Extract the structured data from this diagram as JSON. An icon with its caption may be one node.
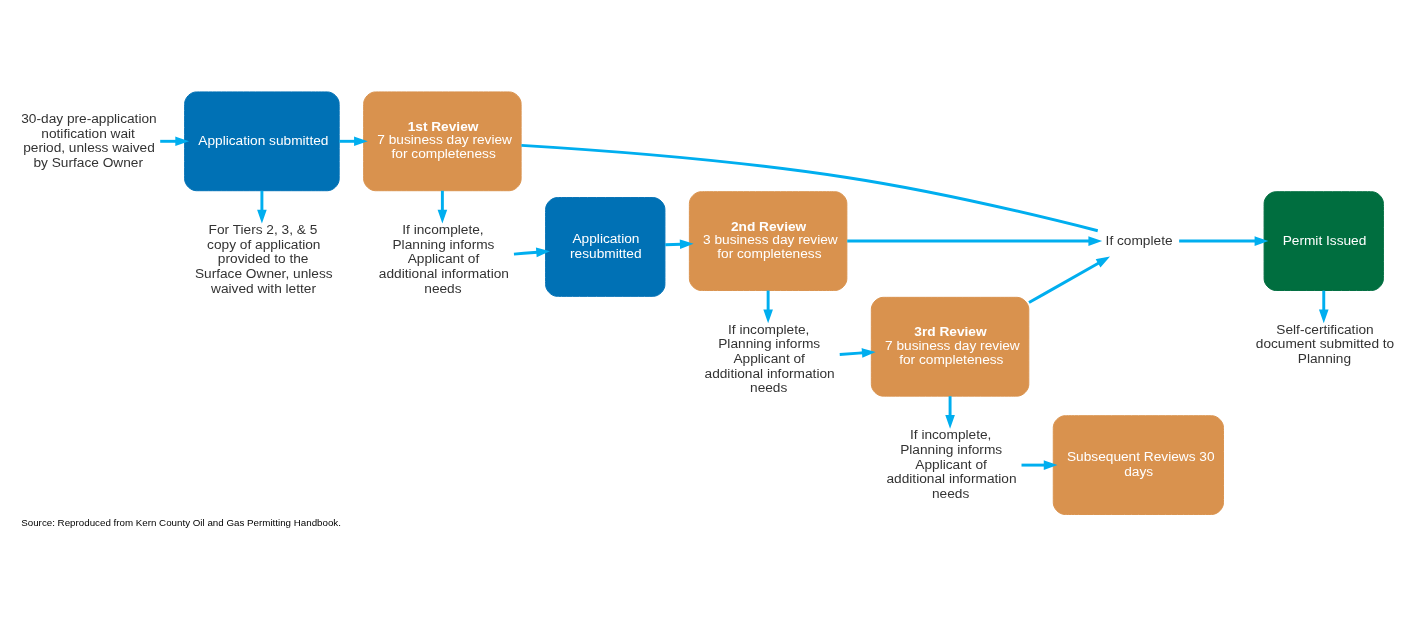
{
  "diagram": {
    "caption": "Source: Reproduced from Kern County Oil and Gas Permitting Handbook.",
    "nodes": [
      {
        "text": [
          "30-day pre-application notification wait period, unless waived by Surface Owner"
        ]
      },
      {
        "text": [
          "Application submitted"
        ]
      },
      {
        "text": [
          "1st Review",
          "7 business day review for completeness"
        ]
      },
      {
        "text": [
          "For Tiers 2, 3, & 5 copy of application provided to the Surface Owner, unless waived with letter"
        ]
      },
      {
        "text": [
          "If incomplete, Planning informs Applicant of additional information needs"
        ]
      },
      {
        "text": [
          "Application resubmitted"
        ]
      },
      {
        "text": [
          "2nd Review",
          "3 business day review for completeness"
        ]
      },
      {
        "text": [
          "If incomplete, Planning informs Applicant of additional information needs"
        ]
      },
      {
        "text": [
          "3rd Review",
          "7 business day review for completeness"
        ]
      },
      {
        "text": [
          "If incomplete, Planning informs Applicant of additional information needs"
        ]
      },
      {
        "text": [
          "Subsequent Reviews 30 days"
        ]
      },
      {
        "text": [
          "If complete"
        ]
      },
      {
        "text": [
          "Permit Issued"
        ]
      },
      {
        "text": [
          "Self-certification document submitted to Planning"
        ]
      }
    ],
    "edges": [
      {
        "from": 0,
        "to": 1,
        "arrow": "to"
      },
      {
        "from": 1,
        "to": 2,
        "arrow": "to"
      },
      {
        "from": 1,
        "to": 3,
        "arrow": "to"
      },
      {
        "from": 2,
        "to": 11,
        "arrow": "none"
      },
      {
        "from": 11,
        "to": 12,
        "arrow": "to"
      },
      {
        "from": 2,
        "to": 4,
        "arrow": "to"
      },
      {
        "from": 4,
        "to": 5,
        "arrow": "to"
      },
      {
        "from": 5,
        "to": 6,
        "arrow": "to"
      },
      {
        "from": 6,
        "to": 11,
        "arrow": "to"
      },
      {
        "from": 6,
        "to": 7,
        "arrow": "to"
      },
      {
        "from": 7,
        "to": 8,
        "arrow": "to"
      },
      {
        "from": 8,
        "to": 11,
        "arrow": "to"
      },
      {
        "from": 8,
        "to": 9,
        "arrow": "to"
      },
      {
        "from": 9,
        "to": 10,
        "arrow": "to"
      },
      {
        "from": 12,
        "to": 13,
        "arrow": "to"
      }
    ]
  }
}
